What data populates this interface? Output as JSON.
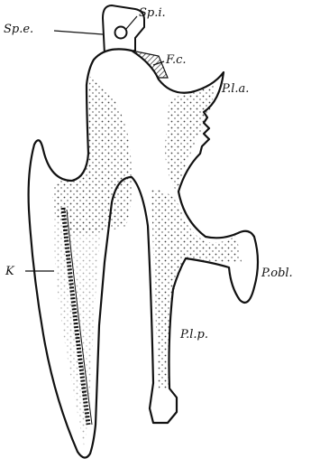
{
  "labels": {
    "sp_e": "Sp.e.",
    "sp_i": "Sp.i.",
    "f_c": "F.c.",
    "p_l_a": "P.l.a.",
    "k": "K",
    "p_obl": "P.obl.",
    "p_l_p": "P.l.p."
  },
  "colors": {
    "ink": "#111111",
    "background": "#ffffff"
  }
}
